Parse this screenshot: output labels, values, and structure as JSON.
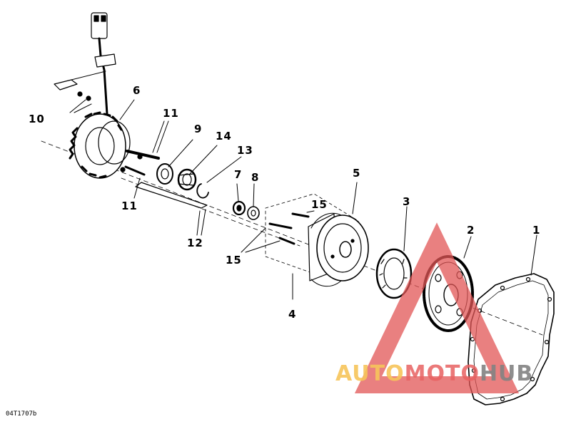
{
  "diagram": {
    "figure_code": "04T1707b",
    "callouts": {
      "c1": "1",
      "c2": "2",
      "c3": "3",
      "c4": "4",
      "c5": "5",
      "c6": "6",
      "c7": "7",
      "c8": "8",
      "c9": "9",
      "c10": "10",
      "c11a": "11",
      "c11b": "11",
      "c12": "12",
      "c13": "13",
      "c14": "14",
      "c15a": "15",
      "c15b": "15"
    }
  },
  "watermark": {
    "part_a": "AUTO",
    "part_b": "MOTO",
    "part_c": "HUB",
    "colors": {
      "triangle": "#e25555",
      "auto": "#f6c45a",
      "moto": "#e86262",
      "hub": "#828282"
    }
  },
  "colors": {
    "ink": "#000000",
    "background": "#ffffff"
  }
}
